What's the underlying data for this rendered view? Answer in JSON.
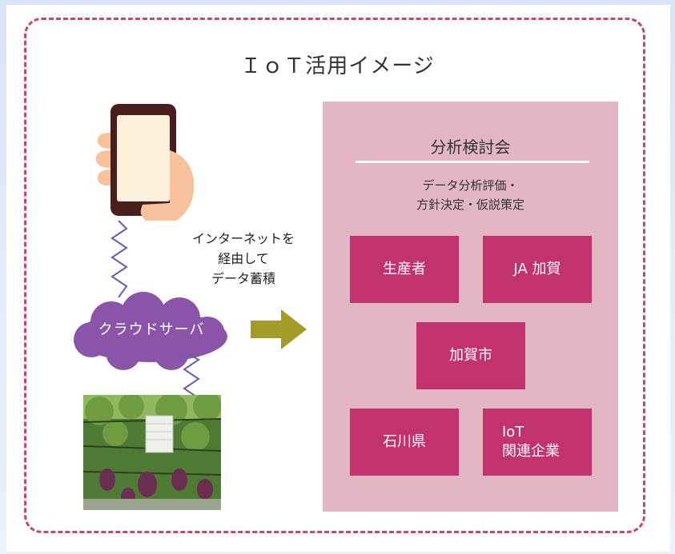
{
  "title": "ＩｏＴ活用イメージ",
  "icons": {
    "phone": "smartphone-hand-icon",
    "wave": "wireless-zigzag-icon",
    "cloud": "cloud-icon",
    "arrow": "right-arrow-icon",
    "photo": "vineyard-sensor-photo"
  },
  "colors": {
    "border": "#c44673",
    "committee_bg": "#e3b6c4",
    "box_bg": "#c2326c",
    "cloud": "#8a54a8",
    "arrow": "#a49a26"
  },
  "cloud_label": "クラウドサーバ",
  "description": [
    "インターネットを",
    "経由して",
    "データ蓄積"
  ],
  "committee": {
    "title": "分析検討会",
    "subtitle": [
      "データ分析評価・",
      "方針決定・仮説策定"
    ],
    "members": {
      "producer": "生産者",
      "ja_kaga": "JA 加賀",
      "kaga_city": "加賀市",
      "ishikawa": "石川県",
      "iot_line1": "IoT",
      "iot_line2": "関連企業"
    }
  }
}
